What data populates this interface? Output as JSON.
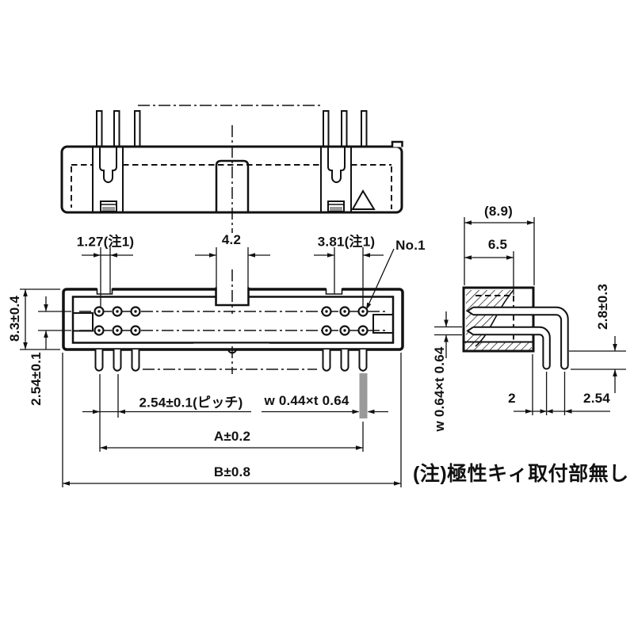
{
  "colors": {
    "ink": "#111111",
    "background": "#ffffff",
    "highlight_gray": "#9a9a9a"
  },
  "views": {
    "front": {
      "dim_127": "1.27(注1)",
      "dim_42": "4.2",
      "dim_381": "3.81(注1)",
      "pin1_label": "No.1",
      "dim_height": "8.3±0.4",
      "dim_row_pitch": "2.54±0.1",
      "dim_pitch": "2.54±0.1(ピッチ)",
      "dim_tail_section": "w 0.44×t 0.64",
      "dim_a": "A±0.2",
      "dim_b": "B±0.8"
    },
    "side": {
      "dim_overall_depth": "(8.9)",
      "dim_body_depth": "6.5",
      "dim_tail_length": "2.8±0.3",
      "dim_tail_section": "w 0.64×t 0.64",
      "dim_standoff": "2",
      "dim_row_spacing": "2.54"
    },
    "note": "(注)極性キィ取付部無し"
  }
}
